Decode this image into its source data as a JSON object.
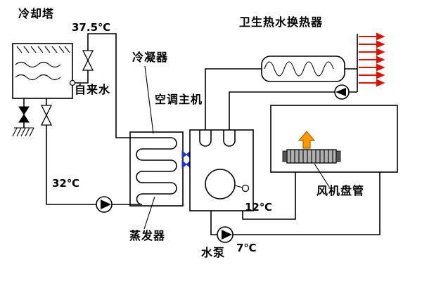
{
  "labels": {
    "cooling_tower": "冷却塔",
    "temp_cooling_return": "37.5℃",
    "condenser": "冷凝器",
    "tap_water": "自来水",
    "ac_main_unit": "空调主机",
    "hot_water_hx": "卫生热水换热器",
    "temp_cooling_supply": "32℃",
    "evaporator": "蒸发器",
    "temp_chilled_return": "12℃",
    "water_pump": "水泵",
    "temp_chilled_supply": "7℃",
    "fan_coil": "风机盘管"
  },
  "colors": {
    "line": "#000000",
    "background": "#ffffff",
    "refrigerant_valve_blue": "#2233cc",
    "hot_water_arrow_red": "#dd1100",
    "fan_coil_arrow_orange": "#ff9900",
    "fan_coil_body_gray": "#b0b0b0"
  },
  "icons": {
    "pump": "circle-with-flow-triangle",
    "valve": "bowtie-outline",
    "drain_valve": "bowtie-filled",
    "hot_water_outlet": "red-right-arrows",
    "fan_coil_airflow": "orange-up-arrow",
    "cooling_tower_spray": "hatched-nozzles",
    "water_surface": "wavy-lines"
  }
}
